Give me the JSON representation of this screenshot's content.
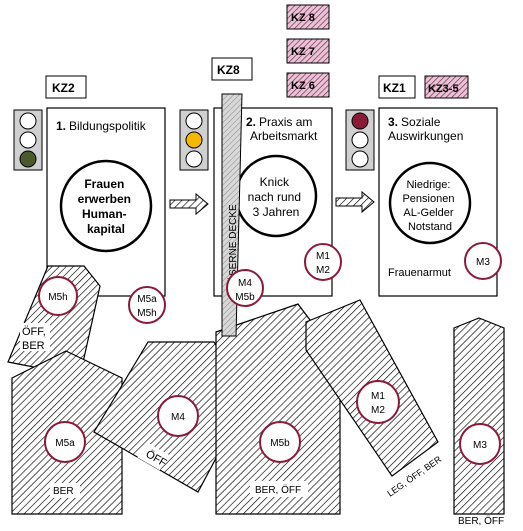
{
  "kz_tags": {
    "kz2": "KZ2",
    "kz8_top": "KZ8",
    "kz1": "KZ1",
    "kz35": "KZ3-5",
    "kz8_stack": "KZ 8",
    "kz7_stack": "KZ 7",
    "kz6_stack": "KZ 6"
  },
  "columns": [
    {
      "number": "1.",
      "title_lines": [
        "Bildungspolitik"
      ],
      "circle_lines": [
        "Frauen",
        "erwerben",
        "Human-",
        "kapital"
      ],
      "badge_lines": [
        "M5a",
        "M5h"
      ],
      "traffic_light": "green"
    },
    {
      "number": "2.",
      "title_lines": [
        "Praxis am",
        "Arbeitsmarkt"
      ],
      "circle_lines": [
        "Knick",
        "nach rund",
        "3 Jahren"
      ],
      "badge_lines": [
        "M1",
        "M2"
      ],
      "badge_left_lines": [
        "M4",
        "M5b"
      ],
      "traffic_light": "yellow"
    },
    {
      "number": "3.",
      "title_lines": [
        "Soziale",
        "Auswirkungen"
      ],
      "circle_lines": [
        "Niedrige:",
        "Pensionen",
        "AL-Gelder",
        "Notstand"
      ],
      "badge_lines": [
        "M3"
      ],
      "footer": "Frauenarmut",
      "traffic_light": "red"
    }
  ],
  "glass_ceiling": "GLÄSERNE DECKE",
  "tags": [
    {
      "id": "m5h",
      "badge": "M5h",
      "label_lines": [
        "ÖFF,",
        "BER"
      ]
    },
    {
      "id": "m5a",
      "badge": "M5a",
      "label_lines": [
        "BER"
      ]
    },
    {
      "id": "m4",
      "badge": "M4",
      "label_lines": [
        "ÖFF"
      ]
    },
    {
      "id": "m5b",
      "badge": "M5b",
      "label_lines": [
        "BER, ÖFF"
      ]
    },
    {
      "id": "m12",
      "badge_lines": [
        "M1",
        "M2"
      ],
      "label_lines": [
        "LEG, ÖFF, BER"
      ]
    },
    {
      "id": "m3",
      "badge": "M3",
      "label_lines": [
        "BER, ÖFF"
      ]
    }
  ],
  "colors": {
    "badge_border": "#8b1a3a",
    "light_green": "#4a5a2a",
    "light_yellow": "#f5b800",
    "light_red": "#8b1a3a",
    "light_off": "#ffffff",
    "hatch": "#000000",
    "pink_hatch": "#c98fb0"
  }
}
